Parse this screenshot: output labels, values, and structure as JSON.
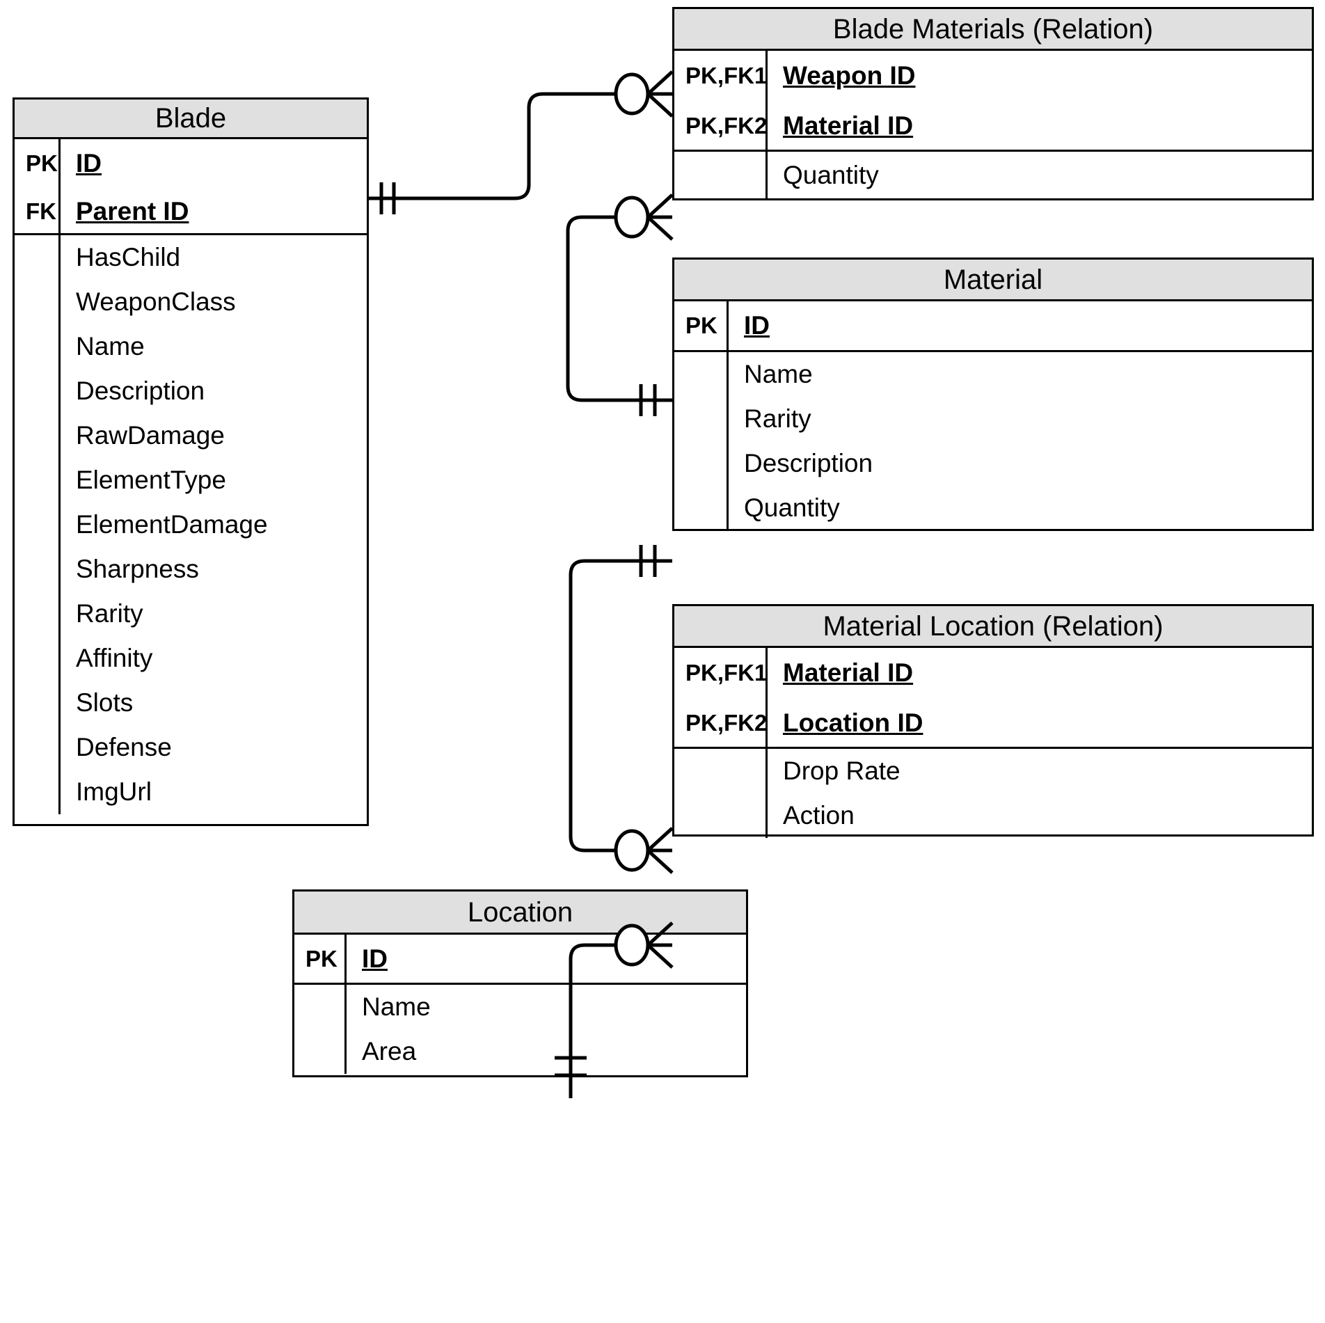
{
  "diagram": {
    "type": "entity-relationship-diagram",
    "notation": "crow's foot",
    "background_color": "#ffffff",
    "header_fill": "#e0e0e0",
    "line_color": "#000000"
  },
  "entities": [
    {
      "id": "blade",
      "title": "Blade",
      "key_attributes": [
        {
          "key": "PK",
          "name": "ID",
          "underlined": true
        },
        {
          "key": "FK",
          "name": "Parent ID",
          "underlined": true
        }
      ],
      "attributes": [
        {
          "key": "",
          "name": "HasChild"
        },
        {
          "key": "",
          "name": "WeaponClass"
        },
        {
          "key": "",
          "name": "Name"
        },
        {
          "key": "",
          "name": "Description"
        },
        {
          "key": "",
          "name": "RawDamage"
        },
        {
          "key": "",
          "name": "ElementType"
        },
        {
          "key": "",
          "name": "ElementDamage"
        },
        {
          "key": "",
          "name": "Sharpness"
        },
        {
          "key": "",
          "name": "Rarity"
        },
        {
          "key": "",
          "name": "Affinity"
        },
        {
          "key": "",
          "name": "Slots"
        },
        {
          "key": "",
          "name": "Defense"
        },
        {
          "key": "",
          "name": "ImgUrl"
        }
      ]
    },
    {
      "id": "blade-materials",
      "title": "Blade Materials (Relation)",
      "key_attributes": [
        {
          "key": "PK,FK1",
          "name": "Weapon ID",
          "underlined": true
        },
        {
          "key": "PK,FK2",
          "name": "Material ID",
          "underlined": true
        }
      ],
      "attributes": [
        {
          "key": "",
          "name": "Quantity"
        }
      ]
    },
    {
      "id": "material",
      "title": "Material",
      "key_attributes": [
        {
          "key": "PK",
          "name": "ID",
          "underlined": true
        }
      ],
      "attributes": [
        {
          "key": "",
          "name": "Name"
        },
        {
          "key": "",
          "name": "Rarity"
        },
        {
          "key": "",
          "name": "Description"
        },
        {
          "key": "",
          "name": "Quantity"
        }
      ]
    },
    {
      "id": "material-location",
      "title": "Material Location (Relation)",
      "key_attributes": [
        {
          "key": "PK,FK1",
          "name": "Material ID",
          "underlined": true
        },
        {
          "key": "PK,FK2",
          "name": "Location ID",
          "underlined": true
        }
      ],
      "attributes": [
        {
          "key": "",
          "name": "Drop Rate"
        },
        {
          "key": "",
          "name": "Action"
        }
      ]
    },
    {
      "id": "location",
      "title": "Location",
      "key_attributes": [
        {
          "key": "PK",
          "name": "ID",
          "underlined": true
        }
      ],
      "attributes": [
        {
          "key": "",
          "name": "Name"
        },
        {
          "key": "",
          "name": "Area"
        }
      ]
    }
  ],
  "relationships": [
    {
      "id": "blade-to-blade-materials",
      "from": "Blade",
      "to": "Blade Materials (Relation)",
      "from_cardinality": "exactly-one",
      "to_cardinality": "zero-or-many"
    },
    {
      "id": "material-to-blade-materials",
      "from": "Material",
      "to": "Blade Materials (Relation)",
      "from_cardinality": "exactly-one",
      "to_cardinality": "zero-or-many"
    },
    {
      "id": "material-to-material-location",
      "from": "Material",
      "to": "Material Location (Relation)",
      "from_cardinality": "exactly-one",
      "to_cardinality": "zero-or-many"
    },
    {
      "id": "location-to-material-location",
      "from": "Location",
      "to": "Material Location (Relation)",
      "from_cardinality": "exactly-one",
      "to_cardinality": "zero-or-many"
    }
  ]
}
